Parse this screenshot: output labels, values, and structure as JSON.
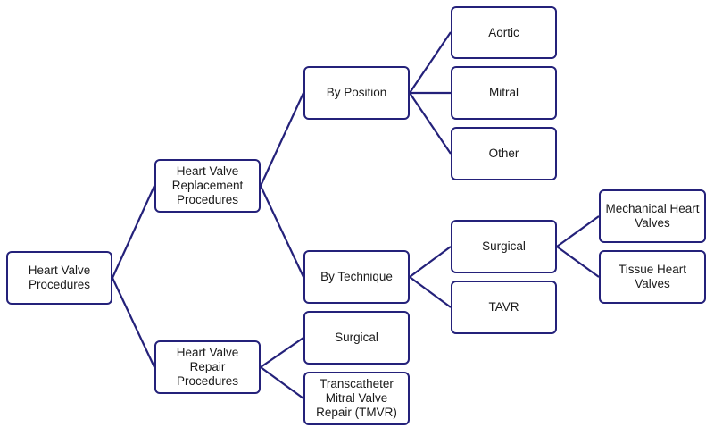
{
  "diagram": {
    "root": "Heart Valve\nProcedures",
    "replacement": "Heart Valve\nReplacement\nProcedures",
    "repair": "Heart Valve\nRepair\nProcedures",
    "by_position": "By Position",
    "by_technique": "By Technique",
    "aortic": "Aortic",
    "mitral": "Mitral",
    "other": "Other",
    "surgical_technique": "Surgical",
    "tavr": "TAVR",
    "mechanical": "Mechanical Heart\nValves",
    "tissue": "Tissue Heart\nValves",
    "surgical_repair": "Surgical",
    "tmvr": "Transcatheter\nMitral Valve\nRepair (TMVR)"
  },
  "colors": {
    "line": "#24217a",
    "border": "#24217a",
    "text": "#1a1a1a"
  }
}
